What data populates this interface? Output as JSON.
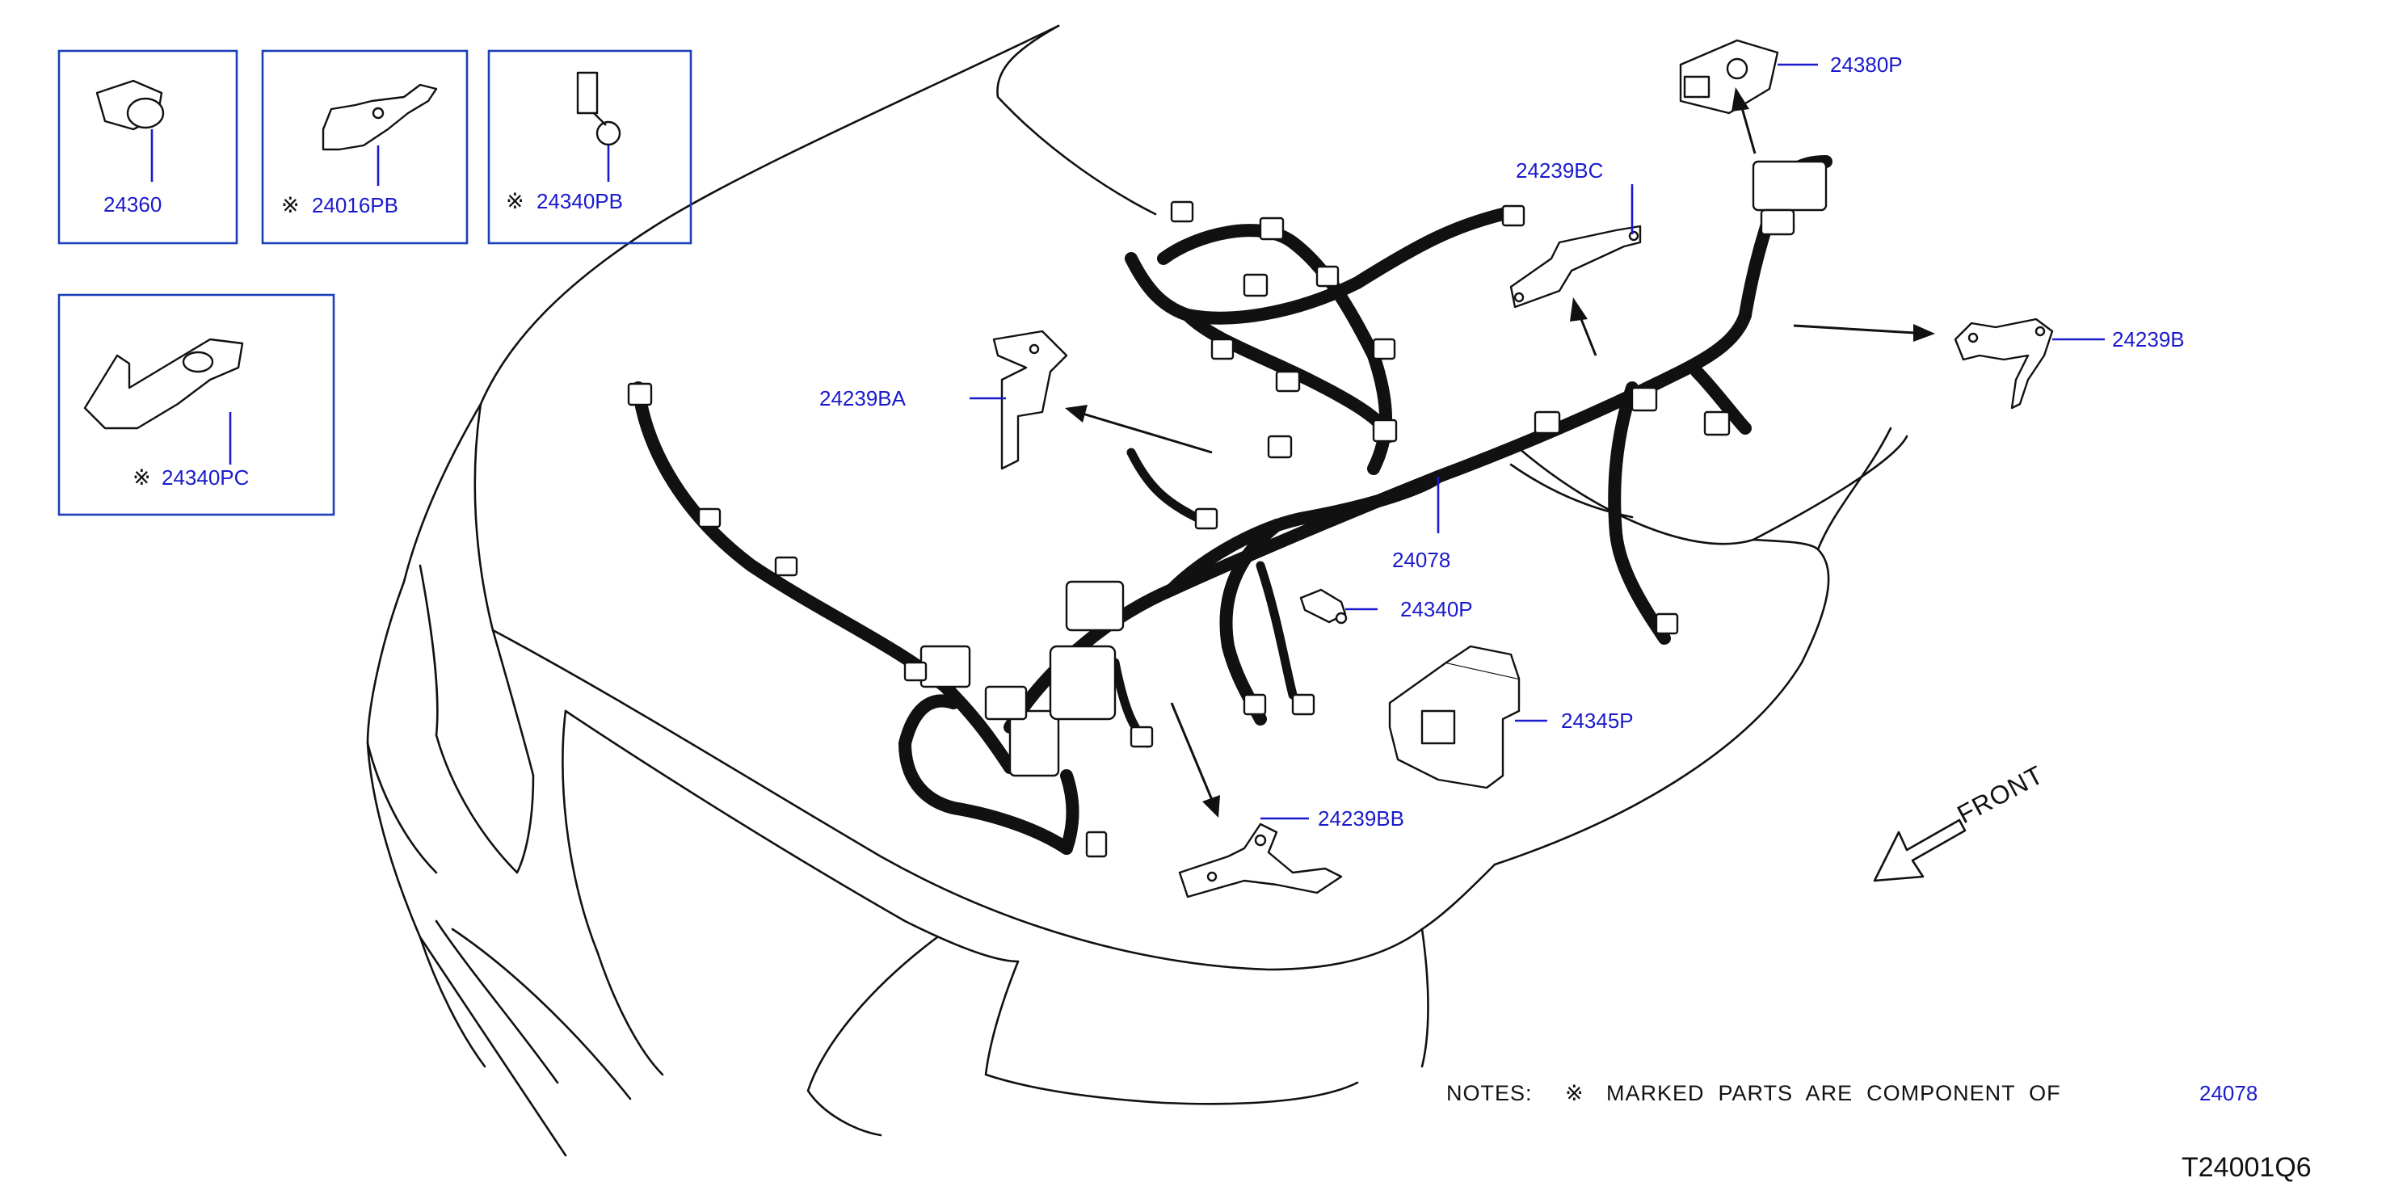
{
  "labels": {
    "p24360": "24360",
    "p24016pb": "24016PB",
    "p24340pb": "24340PB",
    "p24340pc": "24340PC",
    "p24380p": "24380P",
    "p24239bc": "24239BC",
    "p24239b": "24239B",
    "p24239ba": "24239BA",
    "p24078": "24078",
    "p24340p": "24340P",
    "p24345p": "24345P",
    "p24239bb": "24239BB"
  },
  "marker": "※",
  "front_label": "FRONT",
  "notes": {
    "prefix": "NOTES:",
    "marker": "※",
    "text": "MARKED  PARTS  ARE  COMPONENT  OF",
    "part_ref": "24078"
  },
  "diagram_code": "T24001Q6",
  "colors": {
    "label": "#1a1acc",
    "box_border": "#1a3fb8",
    "line": "#111111"
  }
}
